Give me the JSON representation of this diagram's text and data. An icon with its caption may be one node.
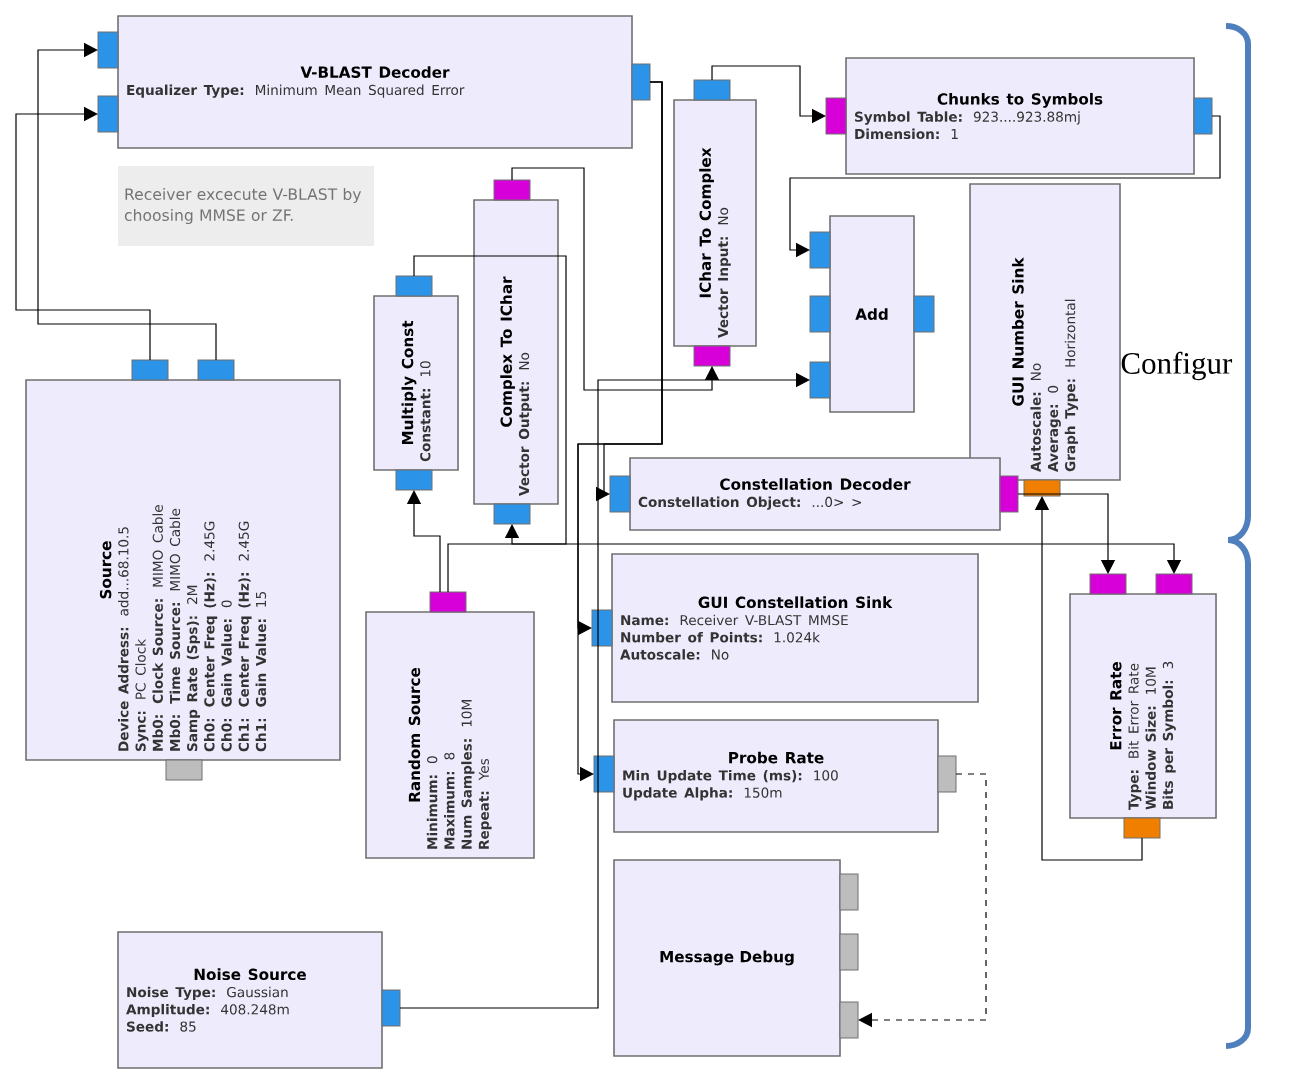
{
  "diagram": {
    "nodes": [
      {
        "text": [
          "V-BLAST Decoder",
          "**Equalizer Type:** Minimum Mean Squared Error"
        ]
      },
      {
        "text": [
          "Receiver excecute V-BLAST by choosing MMSE or ZF."
        ]
      },
      {
        "text": [
          "IChar To Complex",
          "**Vector Input:** No"
        ]
      },
      {
        "text": [
          "Chunks to Symbols",
          "**Symbol Table:** 923....923.88mj",
          "**Dimension:** 1"
        ]
      },
      {
        "text": [
          "Complex To IChar",
          "**Vector Output:** No"
        ]
      },
      {
        "text": [
          "Add"
        ]
      },
      {
        "text": [
          "Multiply Const",
          "**Constant:** 10"
        ]
      },
      {
        "text": [
          "GUI Number Sink",
          "**Autoscale:** No",
          "**Average:** 0",
          "**Graph Type:** Horizontal"
        ]
      },
      {
        "text": [
          "Source",
          "**Device Address:** add...68.10.5",
          "**Sync:** PC Clock",
          "**Mb0: Clock Source:** MIMO Cable",
          "**Mb0: Time Source:** MIMO Cable",
          "**Samp Rate (Sps):** 2M",
          "**Ch0: Center Freq (Hz):** 2.45G",
          "**Ch0: Gain Value:** 0",
          "**Ch1: Center Freq (Hz):** 2.45G",
          "**Ch1: Gain Value:** 15"
        ]
      },
      {
        "text": [
          "Constellation Decoder",
          "**Constellation Object:** ...0> >"
        ]
      },
      {
        "text": [
          "GUI Constellation Sink",
          "**Name:** Receiver V-BLAST MMSE",
          "**Number of Points:** 1.024k",
          "**Autoscale:** No"
        ]
      },
      {
        "text": [
          "Random Source",
          "**Minimum:** 0",
          "**Maximum:** 8",
          "**Num Samples:** 10M",
          "**Repeat:** Yes"
        ]
      },
      {
        "text": [
          "Error Rate",
          "**Type:** Bit Error Rate",
          "**Window Size:** 10M",
          "**Bits per Symbol:** 3"
        ]
      },
      {
        "text": [
          "Probe Rate",
          "**Min Update Time (ms):** 100",
          "**Update Alpha:** 150m"
        ]
      },
      {
        "text": [
          "Message Debug"
        ]
      },
      {
        "text": [
          "Noise Source",
          "**Noise Type:** Gaussian",
          "**Amplitude:** 408.248m",
          "**Seed:** 85"
        ]
      }
    ],
    "edges": [
      {
        "from": 8,
        "to": 0,
        "arrow": "to"
      },
      {
        "from": 8,
        "to": 0,
        "arrow": "to"
      },
      {
        "from": 0,
        "to": 9,
        "arrow": "to"
      },
      {
        "from": 0,
        "to": 10,
        "arrow": "to"
      },
      {
        "from": 9,
        "to": 12,
        "arrow": "to"
      },
      {
        "from": 11,
        "to": 12,
        "arrow": "to"
      },
      {
        "from": 12,
        "to": 7,
        "arrow": "to"
      },
      {
        "from": 11,
        "to": 6,
        "arrow": "to"
      },
      {
        "from": 6,
        "to": 4,
        "arrow": "to"
      },
      {
        "from": 4,
        "to": 2,
        "arrow": "to"
      },
      {
        "from": 2,
        "to": 3,
        "arrow": "to"
      },
      {
        "from": 3,
        "to": 5,
        "arrow": "to"
      },
      {
        "from": 15,
        "to": 5,
        "arrow": "to"
      },
      {
        "from": 0,
        "to": 13,
        "arrow": "to"
      },
      {
        "from": 13,
        "to": 14,
        "arrow": "to",
        "style": "dashed"
      }
    ],
    "labels": [
      "Configur"
    ]
  }
}
